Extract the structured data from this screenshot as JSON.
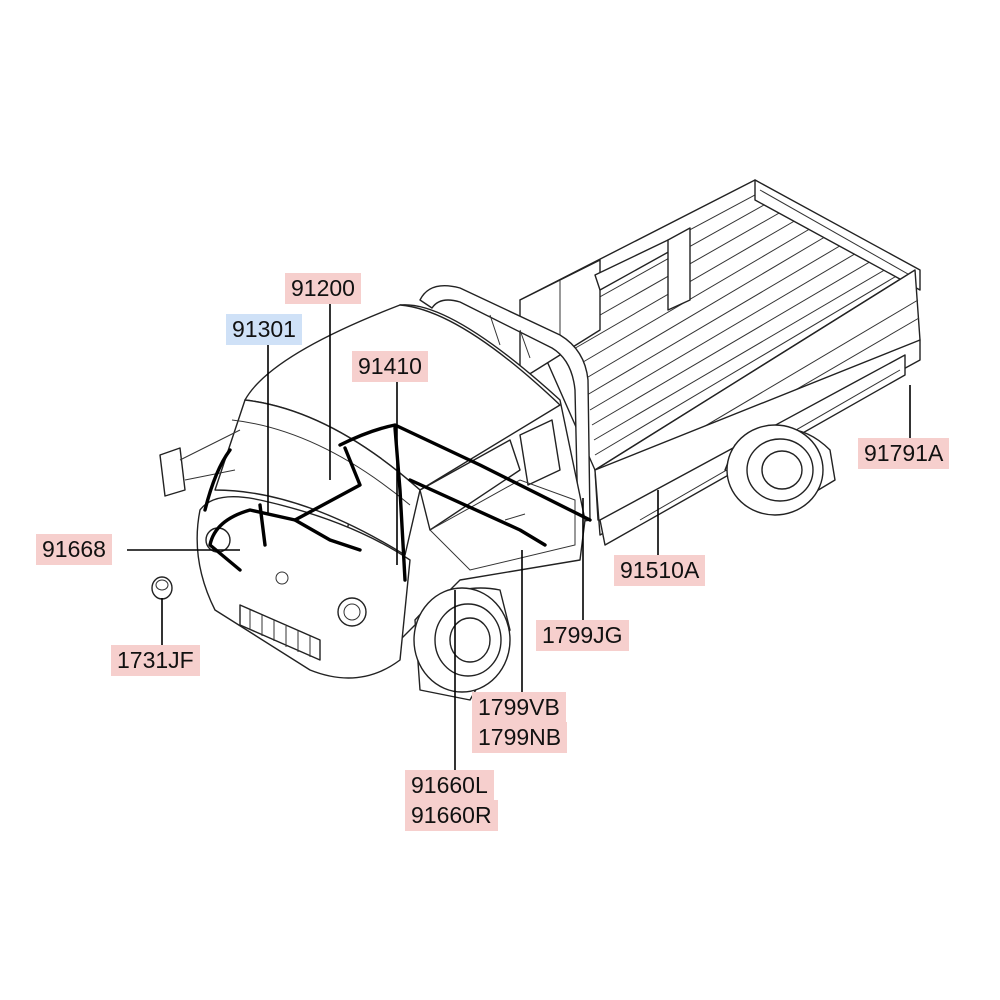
{
  "diagram": {
    "colors": {
      "callout_pink": "#f6cfcd",
      "callout_blue": "#cfe1f7",
      "linework": "#000000"
    },
    "callouts": {
      "c91200": "91200",
      "c91301": "91301",
      "c91410": "91410",
      "c91668": "91668",
      "c1731JF": "1731JF",
      "c91791A": "91791A",
      "c91510A": "91510A",
      "c1799JG": "1799JG",
      "c1799VB": "1799VB",
      "c1799NB": "1799NB",
      "c91660L": "91660L",
      "c91660R": "91660R"
    }
  }
}
